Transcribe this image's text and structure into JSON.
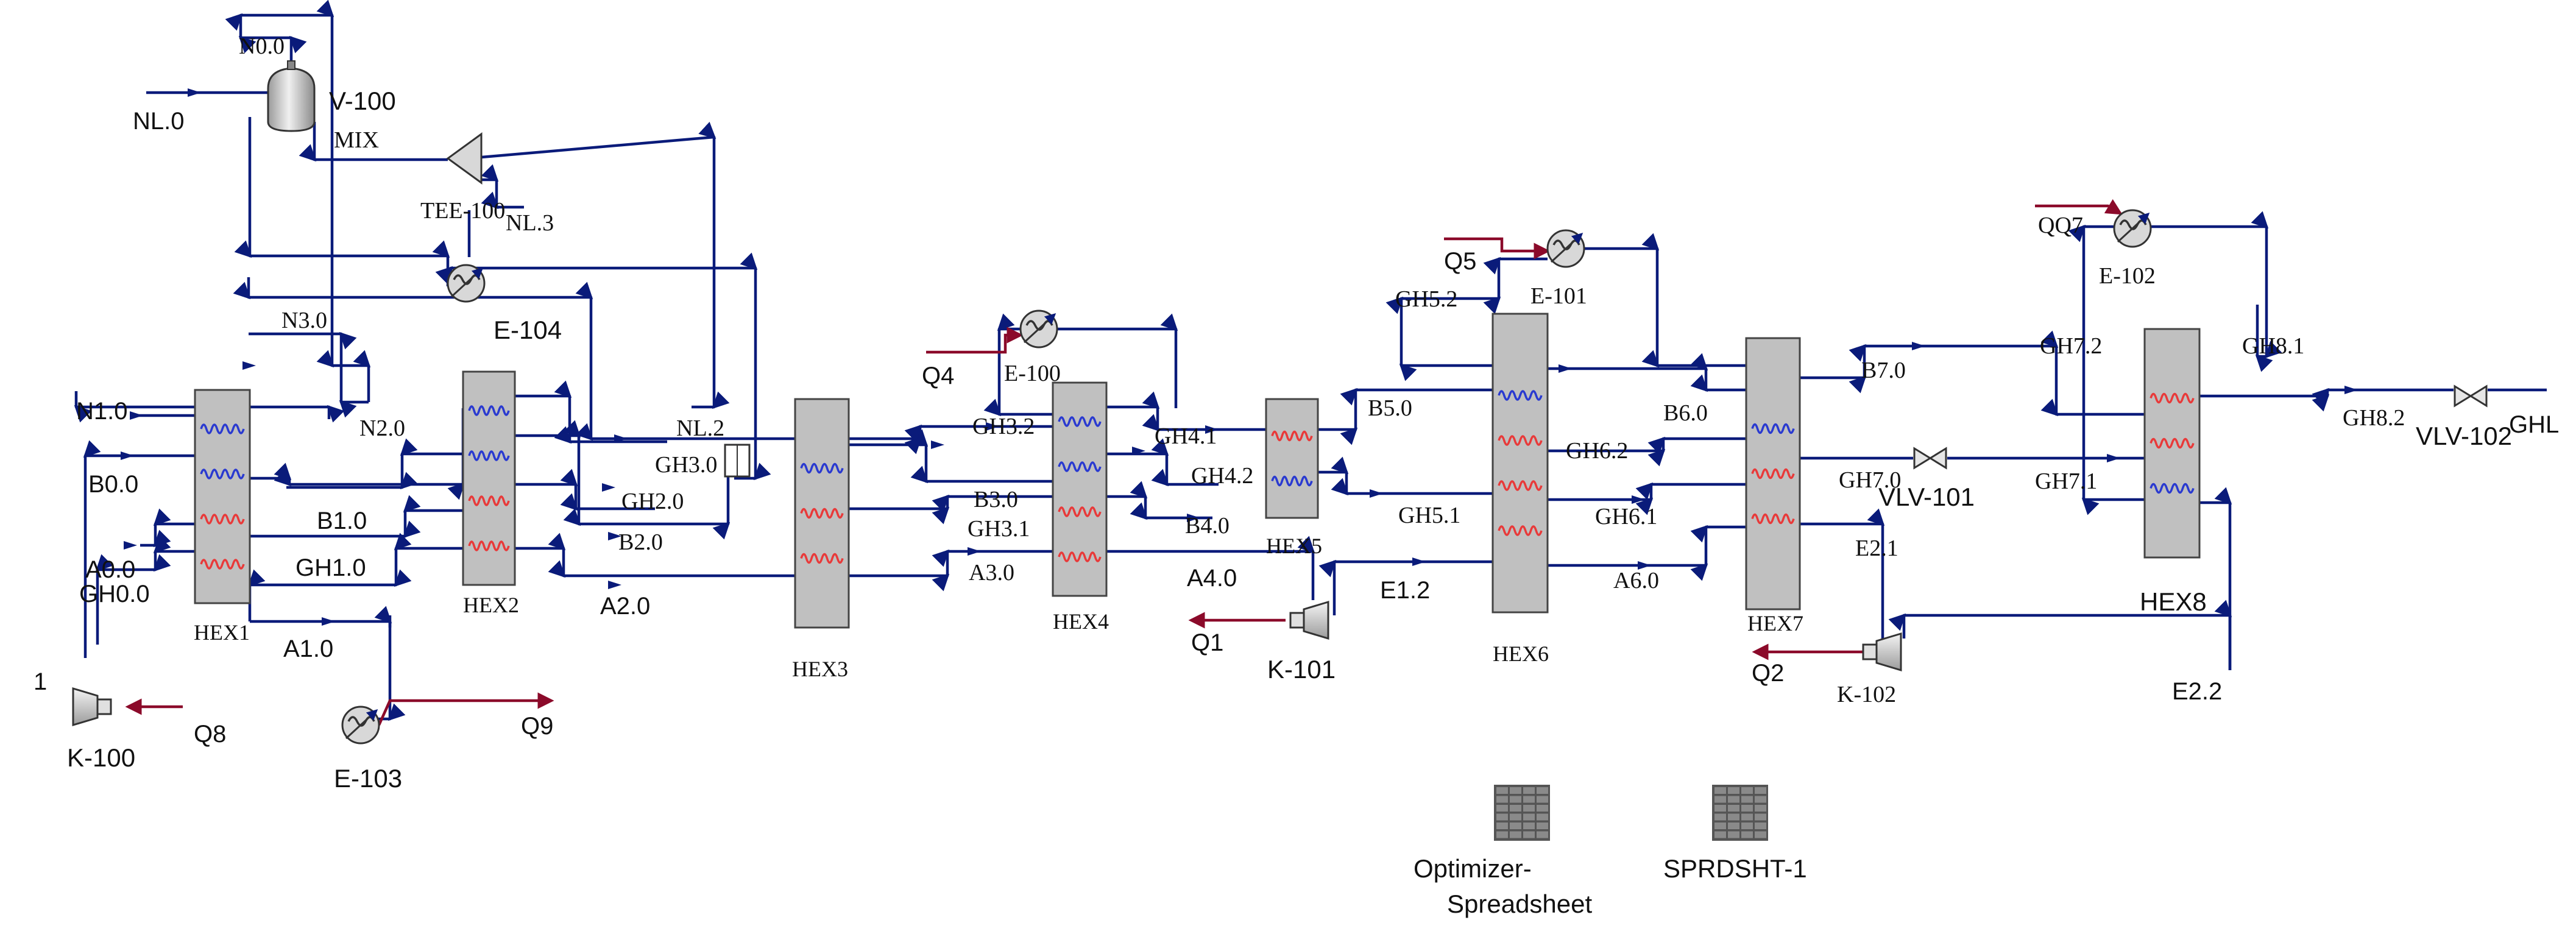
{
  "colors": {
    "material_stream": "#0a1b7a",
    "energy_stream": "#8b0a2a",
    "exchanger_body": "#c0c0c0",
    "hot_coil": "#e83a3a",
    "cold_coil": "#2a3ad0",
    "utility_body": "#d8d8d8",
    "spreadsheet_icon": "#555555"
  },
  "exchangers": [
    {
      "id": "HEX1",
      "label": "HEX1",
      "coils": [
        "cold",
        "cold",
        "hot",
        "hot"
      ]
    },
    {
      "id": "HEX2",
      "label": "HEX2",
      "coils": [
        "cold",
        "cold",
        "hot",
        "hot"
      ]
    },
    {
      "id": "HEX3",
      "label": "HEX3",
      "coils": [
        "cold",
        "hot",
        "hot"
      ]
    },
    {
      "id": "HEX4",
      "label": "HEX4",
      "coils": [
        "cold",
        "cold",
        "hot",
        "hot"
      ]
    },
    {
      "id": "HEX5",
      "label": "HEX5",
      "coils": [
        "hot",
        "cold"
      ]
    },
    {
      "id": "HEX6",
      "label": "HEX6",
      "coils": [
        "cold",
        "hot",
        "hot",
        "hot"
      ]
    },
    {
      "id": "HEX7",
      "label": "HEX7",
      "coils": [
        "cold",
        "hot",
        "hot"
      ]
    },
    {
      "id": "HEX8",
      "label": "HEX8",
      "coils": [
        "hot",
        "hot",
        "cold"
      ]
    }
  ],
  "coolers": [
    {
      "id": "E-100",
      "label": "E-100"
    },
    {
      "id": "E-101",
      "label": "E-101"
    },
    {
      "id": "E-102",
      "label": "E-102"
    },
    {
      "id": "E-103",
      "label": "E-103"
    },
    {
      "id": "E-104",
      "label": "E-104"
    }
  ],
  "compressors": [
    {
      "id": "K-100",
      "label": "K-100"
    },
    {
      "id": "K-101",
      "label": "K-101"
    },
    {
      "id": "K-102",
      "label": "K-102"
    }
  ],
  "valves": [
    {
      "id": "VLV-101",
      "label": "VLV-101"
    },
    {
      "id": "VLV-102",
      "label": "VLV-102"
    }
  ],
  "separator": {
    "id": "V-100",
    "label": "V-100"
  },
  "tee": {
    "id": "TEE-100",
    "label": "TEE-100"
  },
  "mixer": {
    "id": "MIX",
    "label": "MIX"
  },
  "spreadsheets": [
    {
      "id": "optimizer",
      "line1": "Optimizer-",
      "line2": "Spreadsheet"
    },
    {
      "id": "sprdsht",
      "line1": "SPRDSHT-1",
      "line2": ""
    }
  ],
  "streams": {
    "NL0": "NL.0",
    "N00": "N0.0",
    "NL3": "NL.3",
    "N30": "N3.0",
    "N10": "N1.0",
    "B00": "B0.0",
    "A00": "A0.0",
    "GH00": "GH0.0",
    "s1": "1",
    "A10": "A1.0",
    "GH10": "GH1.0",
    "B10": "B1.0",
    "N20": "N2.0",
    "NL2": "NL.2",
    "GH30": "GH3.0",
    "GH20": "GH2.0",
    "B20": "B2.0",
    "A20": "A2.0",
    "GH32": "GH3.2",
    "B30": "B3.0",
    "GH31": "GH3.1",
    "A30": "A3.0",
    "GH41": "GH4.1",
    "GH42": "GH4.2",
    "B40": "B4.0",
    "A40": "A4.0",
    "B50": "B5.0",
    "GH52": "GH5.2",
    "GH51": "GH5.1",
    "E12": "E1.2",
    "GH62": "GH6.2",
    "GH61": "GH6.1",
    "A60": "A6.0",
    "B60": "B6.0",
    "B70": "B7.0",
    "GH70": "GH7.0",
    "E21": "E2.1",
    "GH72": "GH7.2",
    "GH71": "GH7.1",
    "GH81": "GH8.1",
    "GH82": "GH8.2",
    "E22": "E2.2",
    "GHL": "GHL"
  },
  "energy": {
    "Q1": "Q1",
    "Q2": "Q2",
    "Q4": "Q4",
    "Q5": "Q5",
    "QQ7": "QQ7",
    "Q8": "Q8",
    "Q9": "Q9"
  }
}
